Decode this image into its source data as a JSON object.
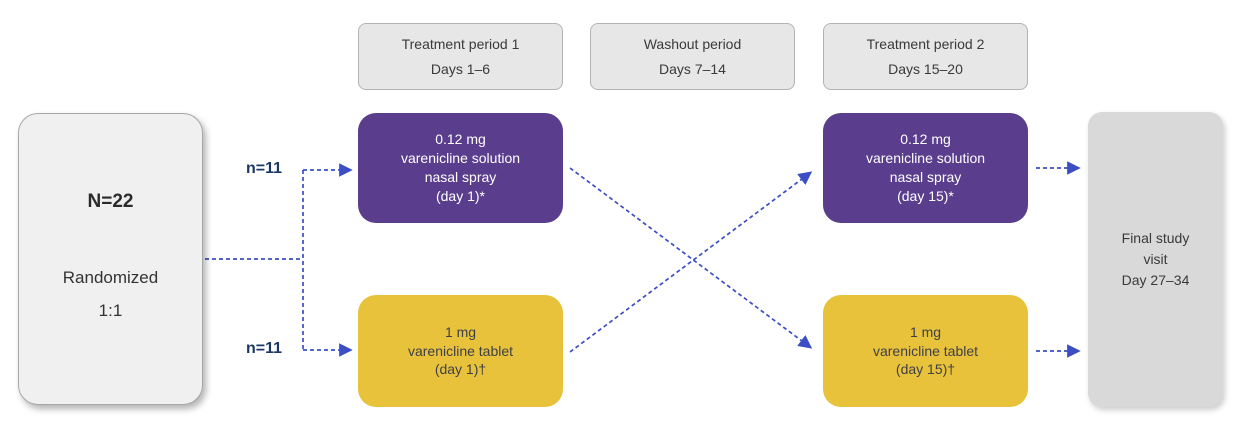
{
  "colors": {
    "purple": "#5a3d8c",
    "yellow": "#e7c23a",
    "arrow_blue": "#3b4ec4",
    "n_label_navy": "#1b3764",
    "header_gray": "#e7e7e7",
    "header_border": "#b3b3b3",
    "left_box_gray": "#f0f0f0",
    "final_box_gray": "#d9d9d9",
    "dark_text": "#3a3a3a",
    "yellow_box_text": "#3f3f4a"
  },
  "randomization": {
    "total": "N=22",
    "label": "Randomized\n1:1"
  },
  "headers": [
    {
      "title": "Treatment period 1",
      "days": "Days 1–6"
    },
    {
      "title": "Washout period",
      "days": "Days 7–14"
    },
    {
      "title": "Treatment period 2",
      "days": "Days 15–20"
    }
  ],
  "arms": {
    "n_top": "n=11",
    "n_bottom": "n=11"
  },
  "treatment_boxes": {
    "period1_spray": "0.12 mg\nvarenicline solution\nnasal spray\n(day 1)*",
    "period1_tablet": "1 mg\nvarenicline tablet\n(day 1)†",
    "period2_spray": "0.12 mg\nvarenicline solution\nnasal spray\n(day 15)*",
    "period2_tablet": "1 mg\nvarenicline tablet\n(day 15)†"
  },
  "final_visit": "Final study\nvisit\nDay 27–34"
}
